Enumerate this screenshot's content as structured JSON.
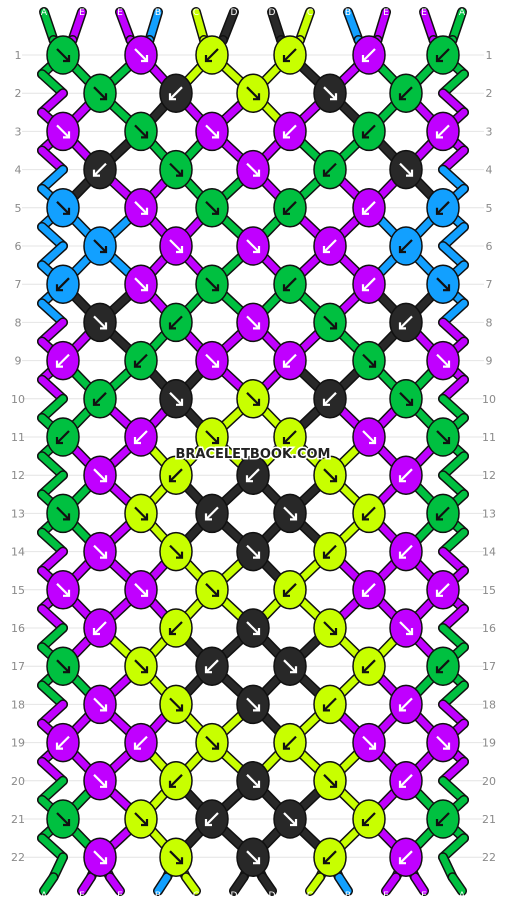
{
  "watermark": "BRACELETBOOK.COM",
  "colors": {
    "A": "#00c040",
    "B": "#12a0ff",
    "C": "#c8ff00",
    "D": "#282828",
    "E": "#c000ff"
  },
  "strands_top": [
    "A",
    "E",
    "E",
    "B",
    "C",
    "D",
    "D",
    "C",
    "B",
    "E",
    "E",
    "A"
  ],
  "strands_bottom": [
    "A",
    "E",
    "E",
    "B",
    "C",
    "D",
    "D",
    "C",
    "B",
    "E",
    "E",
    "A"
  ],
  "row_labels": [
    "1",
    "2",
    "3",
    "4",
    "5",
    "6",
    "7",
    "8",
    "9",
    "10",
    "11",
    "12",
    "13",
    "14",
    "15",
    "16",
    "17",
    "18",
    "19",
    "20",
    "21",
    "22"
  ],
  "knot_rows": [
    [
      {
        "c": "A",
        "d": "dr"
      },
      {
        "c": "E",
        "d": "dr"
      },
      {
        "c": "C",
        "d": "dl"
      },
      {
        "c": "C",
        "d": "dl"
      },
      {
        "c": "E",
        "d": "dl"
      },
      {
        "c": "A",
        "d": "dl"
      }
    ],
    [
      {
        "c": "A",
        "d": "dr"
      },
      {
        "c": "D",
        "d": "dl"
      },
      {
        "c": "C",
        "d": "dr"
      },
      {
        "c": "D",
        "d": "dr"
      },
      {
        "c": "A",
        "d": "dl"
      }
    ],
    [
      {
        "c": "E",
        "d": "dr"
      },
      {
        "c": "A",
        "d": "dr"
      },
      {
        "c": "E",
        "d": "dr"
      },
      {
        "c": "E",
        "d": "dl"
      },
      {
        "c": "A",
        "d": "dl"
      },
      {
        "c": "E",
        "d": "dl"
      }
    ],
    [
      {
        "c": "D",
        "d": "dl"
      },
      {
        "c": "A",
        "d": "dr"
      },
      {
        "c": "E",
        "d": "dr"
      },
      {
        "c": "A",
        "d": "dl"
      },
      {
        "c": "D",
        "d": "dr"
      }
    ],
    [
      {
        "c": "B",
        "d": "dr"
      },
      {
        "c": "E",
        "d": "dr"
      },
      {
        "c": "A",
        "d": "dr"
      },
      {
        "c": "A",
        "d": "dl"
      },
      {
        "c": "E",
        "d": "dl"
      },
      {
        "c": "B",
        "d": "dl"
      }
    ],
    [
      {
        "c": "B",
        "d": "dr"
      },
      {
        "c": "E",
        "d": "dr"
      },
      {
        "c": "E",
        "d": "dr"
      },
      {
        "c": "E",
        "d": "dl"
      },
      {
        "c": "B",
        "d": "dl"
      }
    ],
    [
      {
        "c": "B",
        "d": "dl"
      },
      {
        "c": "E",
        "d": "dr"
      },
      {
        "c": "A",
        "d": "dr"
      },
      {
        "c": "A",
        "d": "dl"
      },
      {
        "c": "E",
        "d": "dl"
      },
      {
        "c": "B",
        "d": "dr"
      }
    ],
    [
      {
        "c": "D",
        "d": "dr"
      },
      {
        "c": "A",
        "d": "dl"
      },
      {
        "c": "E",
        "d": "dr"
      },
      {
        "c": "A",
        "d": "dr"
      },
      {
        "c": "D",
        "d": "dl"
      }
    ],
    [
      {
        "c": "E",
        "d": "dl"
      },
      {
        "c": "A",
        "d": "dl"
      },
      {
        "c": "E",
        "d": "dr"
      },
      {
        "c": "E",
        "d": "dl"
      },
      {
        "c": "A",
        "d": "dr"
      },
      {
        "c": "E",
        "d": "dr"
      }
    ],
    [
      {
        "c": "A",
        "d": "dl"
      },
      {
        "c": "D",
        "d": "dr"
      },
      {
        "c": "C",
        "d": "dr"
      },
      {
        "c": "D",
        "d": "dl"
      },
      {
        "c": "A",
        "d": "dr"
      }
    ],
    [
      {
        "c": "A",
        "d": "dl"
      },
      {
        "c": "E",
        "d": "dl"
      },
      {
        "c": "C",
        "d": "dr"
      },
      {
        "c": "C",
        "d": "dl"
      },
      {
        "c": "E",
        "d": "dr"
      },
      {
        "c": "A",
        "d": "dr"
      }
    ],
    [
      {
        "c": "E",
        "d": "dr"
      },
      {
        "c": "C",
        "d": "dl"
      },
      {
        "c": "D",
        "d": "dl"
      },
      {
        "c": "C",
        "d": "dr"
      },
      {
        "c": "E",
        "d": "dl"
      }
    ],
    [
      {
        "c": "A",
        "d": "dr"
      },
      {
        "c": "C",
        "d": "dr"
      },
      {
        "c": "D",
        "d": "dl"
      },
      {
        "c": "D",
        "d": "dr"
      },
      {
        "c": "C",
        "d": "dl"
      },
      {
        "c": "A",
        "d": "dl"
      }
    ],
    [
      {
        "c": "E",
        "d": "dr"
      },
      {
        "c": "C",
        "d": "dr"
      },
      {
        "c": "D",
        "d": "dr"
      },
      {
        "c": "C",
        "d": "dl"
      },
      {
        "c": "E",
        "d": "dl"
      }
    ],
    [
      {
        "c": "E",
        "d": "dr"
      },
      {
        "c": "E",
        "d": "dr"
      },
      {
        "c": "C",
        "d": "dr"
      },
      {
        "c": "C",
        "d": "dl"
      },
      {
        "c": "E",
        "d": "dl"
      },
      {
        "c": "E",
        "d": "dl"
      }
    ],
    [
      {
        "c": "E",
        "d": "dl"
      },
      {
        "c": "C",
        "d": "dl"
      },
      {
        "c": "D",
        "d": "dr"
      },
      {
        "c": "C",
        "d": "dr"
      },
      {
        "c": "E",
        "d": "dr"
      }
    ],
    [
      {
        "c": "A",
        "d": "dr"
      },
      {
        "c": "C",
        "d": "dr"
      },
      {
        "c": "D",
        "d": "dl"
      },
      {
        "c": "D",
        "d": "dr"
      },
      {
        "c": "C",
        "d": "dl"
      },
      {
        "c": "A",
        "d": "dl"
      }
    ],
    [
      {
        "c": "E",
        "d": "dr"
      },
      {
        "c": "C",
        "d": "dr"
      },
      {
        "c": "D",
        "d": "dr"
      },
      {
        "c": "C",
        "d": "dl"
      },
      {
        "c": "E",
        "d": "dl"
      }
    ],
    [
      {
        "c": "E",
        "d": "dl"
      },
      {
        "c": "E",
        "d": "dl"
      },
      {
        "c": "C",
        "d": "dr"
      },
      {
        "c": "C",
        "d": "dl"
      },
      {
        "c": "E",
        "d": "dr"
      },
      {
        "c": "E",
        "d": "dr"
      }
    ],
    [
      {
        "c": "E",
        "d": "dr"
      },
      {
        "c": "C",
        "d": "dl"
      },
      {
        "c": "D",
        "d": "dr"
      },
      {
        "c": "C",
        "d": "dr"
      },
      {
        "c": "E",
        "d": "dl"
      }
    ],
    [
      {
        "c": "A",
        "d": "dr"
      },
      {
        "c": "C",
        "d": "dr"
      },
      {
        "c": "D",
        "d": "dl"
      },
      {
        "c": "D",
        "d": "dr"
      },
      {
        "c": "C",
        "d": "dl"
      },
      {
        "c": "A",
        "d": "dl"
      }
    ],
    [
      {
        "c": "E",
        "d": "dr"
      },
      {
        "c": "C",
        "d": "dr"
      },
      {
        "c": "D",
        "d": "dr"
      },
      {
        "c": "C",
        "d": "dl"
      },
      {
        "c": "E",
        "d": "dl"
      }
    ]
  ]
}
